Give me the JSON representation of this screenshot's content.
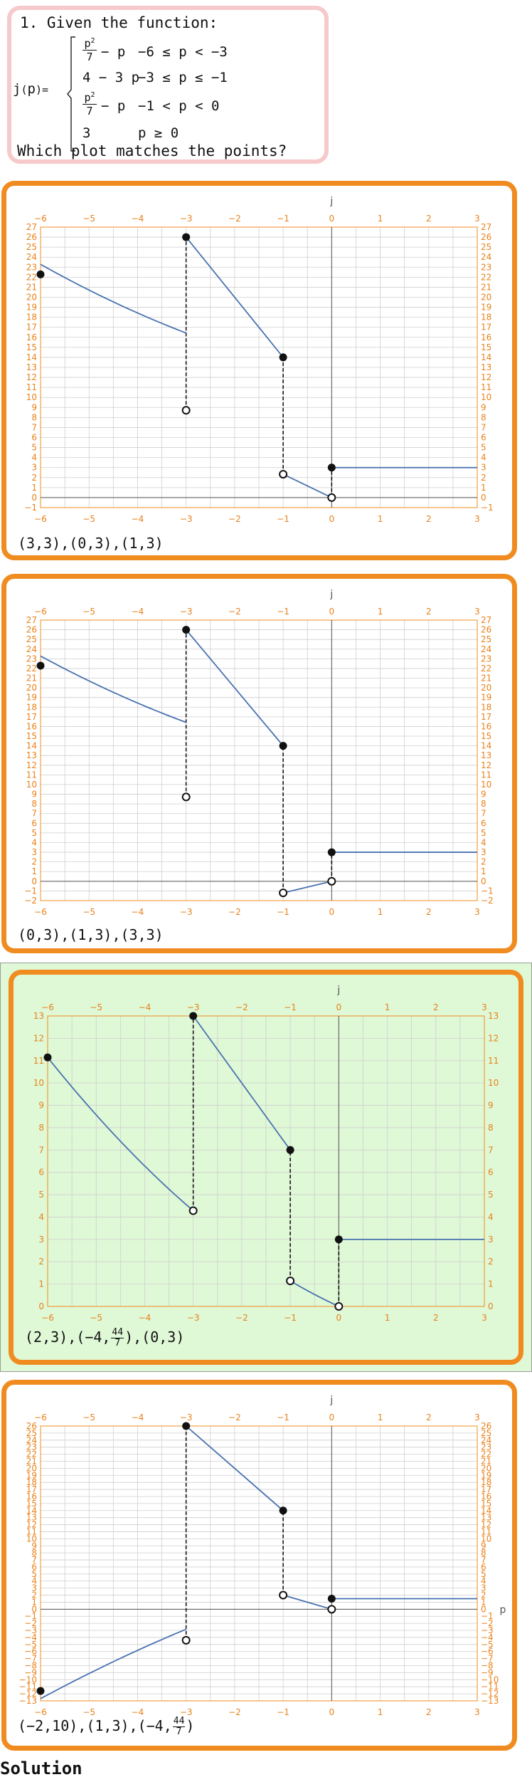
{
  "problem": {
    "line1": "1. Given the function:",
    "fname": "j",
    "lhs_open": "(",
    "lhs_var": "p",
    "lhs_close": ")",
    "equals": "=",
    "pieces": [
      {
        "expr_num": "p",
        "expr_exp": "2",
        "expr_den": "7",
        "expr_rest": "− p",
        "cond": "−6 ≤ p < −3"
      },
      {
        "expr": "4 − 3 p",
        "cond": "−3 ≤ p ≤ −1"
      },
      {
        "expr_num": "p",
        "expr_exp": "2",
        "expr_den": "7",
        "expr_rest": "− p",
        "cond": "−1 < p < 0"
      },
      {
        "expr": "3",
        "cond": "p ≥ 0"
      }
    ],
    "question": "Which plot matches the points?"
  },
  "colors": {
    "accent": "#f08c1f",
    "problem_border": "#f6c9cb",
    "highlight_bg": "#dff8d6",
    "curve": "#4a72b0",
    "tick": "#e8811a"
  },
  "options": [
    {
      "caption_text": "(3,3),(0,3),(1,3)",
      "selected": false,
      "chart_data": {
        "type": "line",
        "xlabel": "j",
        "xlim": [
          -6,
          3
        ],
        "ylim": [
          -1,
          27
        ],
        "xticks": [
          -6,
          -5,
          -4,
          -3,
          -2,
          -1,
          0,
          1,
          2,
          3
        ],
        "yticks": [
          -1,
          0,
          1,
          2,
          3,
          4,
          5,
          6,
          7,
          8,
          9,
          10,
          11,
          12,
          13,
          14,
          15,
          16,
          17,
          18,
          19,
          20,
          21,
          22,
          23,
          24,
          25,
          26,
          27
        ],
        "segments": [
          {
            "kind": "curve",
            "f": "q1",
            "a": -6,
            "b": -3
          },
          {
            "kind": "line",
            "pts": [
              [
                -3,
                26
              ],
              [
                -1,
                14
              ]
            ]
          },
          {
            "kind": "line",
            "pts": [
              [
                -1,
                2.333
              ],
              [
                0,
                0
              ]
            ]
          },
          {
            "kind": "line",
            "pts": [
              [
                0,
                3
              ],
              [
                3,
                3
              ]
            ]
          }
        ],
        "dashed": [
          [
            [
              -3,
              8.714
            ],
            [
              -3,
              26
            ]
          ],
          [
            [
              -1,
              2.333
            ],
            [
              -1,
              14
            ]
          ],
          [
            [
              0,
              0
            ],
            [
              0,
              3
            ]
          ]
        ],
        "filled": [
          [
            -6,
            22.286
          ],
          [
            -3,
            26
          ],
          [
            -1,
            14
          ],
          [
            0,
            3
          ]
        ],
        "open": [
          [
            -3,
            8.714
          ],
          [
            -1,
            2.333
          ],
          [
            0,
            0
          ]
        ]
      }
    },
    {
      "caption_text": "(0,3),(1,3),(3,3)",
      "selected": false,
      "chart_data": {
        "type": "line",
        "xlabel": "j",
        "xlim": [
          -6,
          3
        ],
        "ylim": [
          -2,
          27
        ],
        "xticks": [
          -6,
          -5,
          -4,
          -3,
          -2,
          -1,
          0,
          1,
          2,
          3
        ],
        "yticks": [
          -2,
          -1,
          0,
          1,
          2,
          3,
          4,
          5,
          6,
          7,
          8,
          9,
          10,
          11,
          12,
          13,
          14,
          15,
          16,
          17,
          18,
          19,
          20,
          21,
          22,
          23,
          24,
          25,
          26,
          27
        ],
        "segments": [
          {
            "kind": "curve",
            "f": "q1",
            "a": -6,
            "b": -3
          },
          {
            "kind": "line",
            "pts": [
              [
                -3,
                26
              ],
              [
                -1,
                14
              ]
            ]
          },
          {
            "kind": "line",
            "pts": [
              [
                -1,
                -1.2
              ],
              [
                0,
                0
              ]
            ]
          },
          {
            "kind": "line",
            "pts": [
              [
                0,
                3
              ],
              [
                3,
                3
              ]
            ]
          }
        ],
        "dashed": [
          [
            [
              -3,
              8.714
            ],
            [
              -3,
              26
            ]
          ],
          [
            [
              -1,
              -1.2
            ],
            [
              -1,
              14
            ]
          ],
          [
            [
              0,
              0
            ],
            [
              0,
              3
            ]
          ]
        ],
        "filled": [
          [
            -6,
            22.286
          ],
          [
            -3,
            26
          ],
          [
            -1,
            14
          ],
          [
            0,
            3
          ]
        ],
        "open": [
          [
            -3,
            8.714
          ],
          [
            -1,
            -1.2
          ],
          [
            0,
            0
          ]
        ]
      }
    },
    {
      "caption_parts": [
        "(2,3),(−4,",
        "44",
        "7",
        "),(0,3)"
      ],
      "selected": true,
      "chart_data": {
        "type": "line",
        "xlabel": "j",
        "xlim": [
          -6,
          3
        ],
        "ylim": [
          0,
          13
        ],
        "xticks": [
          -6,
          -5,
          -4,
          -3,
          -2,
          -1,
          0,
          1,
          2,
          3
        ],
        "yticks": [
          0,
          1,
          2,
          3,
          4,
          5,
          6,
          7,
          8,
          9,
          10,
          11,
          12,
          13
        ],
        "segments": [
          {
            "kind": "curve",
            "f": "q2",
            "a": -6,
            "b": -3
          },
          {
            "kind": "line",
            "pts": [
              [
                -3,
                13
              ],
              [
                -1,
                7
              ]
            ]
          },
          {
            "kind": "curve",
            "f": "q2",
            "a": -1,
            "b": 0
          },
          {
            "kind": "line",
            "pts": [
              [
                0,
                3
              ],
              [
                3,
                3
              ]
            ]
          }
        ],
        "dashed": [
          [
            [
              -3,
              4.286
            ],
            [
              -3,
              13
            ]
          ],
          [
            [
              -1,
              1.143
            ],
            [
              -1,
              7
            ]
          ],
          [
            [
              0,
              0
            ],
            [
              0,
              3
            ]
          ]
        ],
        "filled": [
          [
            -6,
            11.143
          ],
          [
            -3,
            13
          ],
          [
            -1,
            7
          ],
          [
            0,
            3
          ]
        ],
        "open": [
          [
            -3,
            4.286
          ],
          [
            -1,
            1.143
          ],
          [
            0,
            0
          ]
        ]
      }
    },
    {
      "caption_parts": [
        "(−2,10),(1,3),(−4,",
        "44",
        "7",
        ")"
      ],
      "selected": false,
      "chart_data": {
        "type": "line",
        "xlabel": "j",
        "ylabel": "p",
        "xlim": [
          -6,
          3
        ],
        "ylim": [
          -13,
          26
        ],
        "xticks": [
          -6,
          -5,
          -4,
          -3,
          -2,
          -1,
          0,
          1,
          2,
          3
        ],
        "yticks": [
          -13,
          -12,
          -11,
          -10,
          -9,
          -8,
          -7,
          -6,
          -5,
          -4,
          -3,
          -2,
          -1,
          0,
          1,
          2,
          3,
          4,
          5,
          6,
          7,
          8,
          9,
          10,
          11,
          12,
          13,
          14,
          15,
          16,
          17,
          18,
          19,
          20,
          21,
          22,
          23,
          24,
          25,
          26
        ],
        "segments": [
          {
            "kind": "curve",
            "f": "q3",
            "a": -6,
            "b": -3
          },
          {
            "kind": "line",
            "pts": [
              [
                -3,
                26
              ],
              [
                -1,
                14
              ]
            ]
          },
          {
            "kind": "line",
            "pts": [
              [
                -1,
                2
              ],
              [
                0,
                0
              ]
            ]
          },
          {
            "kind": "line",
            "pts": [
              [
                0,
                1.5
              ],
              [
                3,
                1.5
              ]
            ]
          }
        ],
        "dashed": [
          [
            [
              -3,
              -4.4
            ],
            [
              -3,
              26
            ]
          ],
          [
            [
              -1,
              2
            ],
            [
              -1,
              14
            ]
          ]
        ],
        "filled": [
          [
            -6,
            -11.6
          ],
          [
            -3,
            26
          ],
          [
            -1,
            14
          ],
          [
            0,
            1.5
          ]
        ],
        "open": [
          [
            -3,
            -4.4
          ],
          [
            -1,
            2
          ],
          [
            0,
            0
          ]
        ]
      }
    }
  ],
  "solution_label": "Solution"
}
